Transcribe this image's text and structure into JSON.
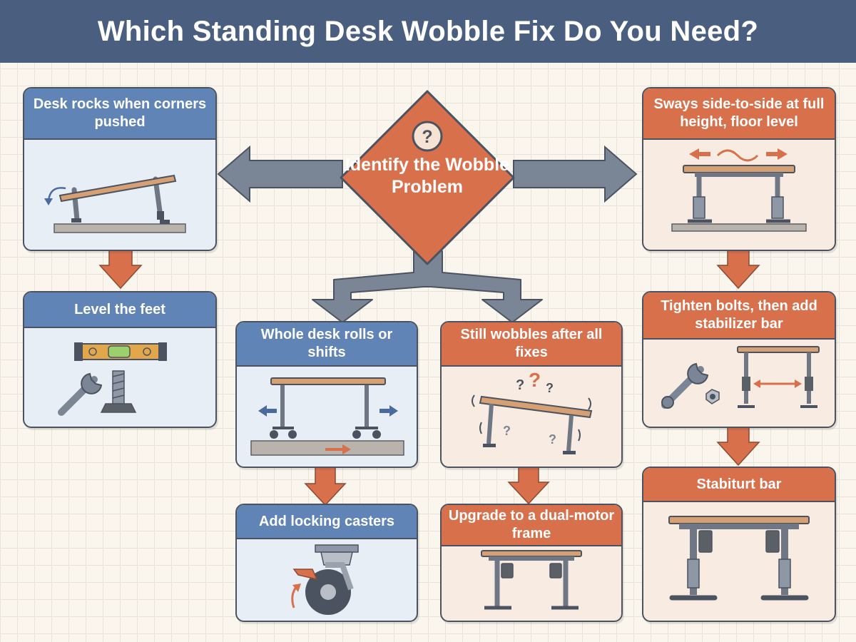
{
  "title": "Which Standing Desk Wobble Fix Do You Need?",
  "center": {
    "label": "Identify the Wobble Problem",
    "icon": "question-mark-icon"
  },
  "colors": {
    "header": "#4a5f80",
    "blue": "#5f84b5",
    "orange": "#d9704c",
    "arrow_gray": "#7a8596",
    "arrow_orange": "#d9704c"
  },
  "branches": {
    "rocks": {
      "problem": "Desk rocks when corners pushed",
      "fix": "Level the feet",
      "problem_icon": "tilted-desk-icon",
      "fix_icon": "level-and-wrench-icon"
    },
    "rolls": {
      "problem": "Whole desk rolls or shifts",
      "fix": "Add locking casters",
      "problem_icon": "rolling-desk-icon",
      "fix_icon": "locking-caster-icon"
    },
    "still": {
      "problem": "Still wobbles after all fixes",
      "fix": "Upgrade to a dual-motor frame",
      "problem_icon": "wobbling-desk-icon",
      "fix_icon": "dual-motor-frame-icon"
    },
    "sways": {
      "problem": "Sways side-to-side at full height, floor level",
      "fix": "Tighten bolts, then add stabilizer bar",
      "result": "Stabiturt bar",
      "problem_icon": "swaying-desk-icon",
      "fix_icon": "bolts-and-stabilizer-icon",
      "result_icon": "stabilized-frame-icon"
    }
  }
}
